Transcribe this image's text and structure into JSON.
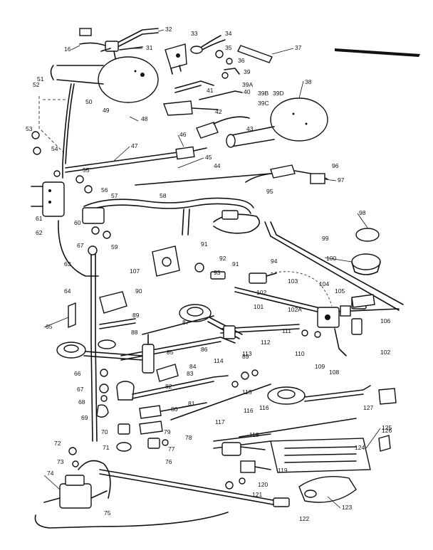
{
  "diagram": {
    "labels": [
      {
        "id": "l1",
        "text": "32"
      },
      {
        "id": "l2",
        "text": "16"
      },
      {
        "id": "l3",
        "text": "31"
      },
      {
        "id": "l4",
        "text": "33"
      },
      {
        "id": "l5",
        "text": "34"
      },
      {
        "id": "l6",
        "text": "35"
      },
      {
        "id": "l7",
        "text": "36"
      },
      {
        "id": "l8",
        "text": "37"
      },
      {
        "id": "l9",
        "text": "39"
      },
      {
        "id": "l10",
        "text": "39A"
      },
      {
        "id": "l11",
        "text": "39B"
      },
      {
        "id": "l12",
        "text": "39D"
      },
      {
        "id": "l13",
        "text": "39C"
      },
      {
        "id": "l14",
        "text": "38"
      },
      {
        "id": "l15",
        "text": "40"
      },
      {
        "id": "l16",
        "text": "41"
      },
      {
        "id": "l17",
        "text": "42"
      },
      {
        "id": "l18",
        "text": "43"
      },
      {
        "id": "l19",
        "text": "45"
      },
      {
        "id": "l20",
        "text": "46"
      },
      {
        "id": "l21",
        "text": "47"
      },
      {
        "id": "l22",
        "text": "48"
      },
      {
        "id": "l23",
        "text": "49"
      },
      {
        "id": "l24",
        "text": "50"
      },
      {
        "id": "l25",
        "text": "51"
      },
      {
        "id": "l26",
        "text": "52"
      },
      {
        "id": "l27",
        "text": "53"
      },
      {
        "id": "l28",
        "text": "54"
      },
      {
        "id": "l29",
        "text": "55"
      },
      {
        "id": "l30",
        "text": "56"
      },
      {
        "id": "l31",
        "text": "57"
      },
      {
        "id": "l32",
        "text": "58"
      },
      {
        "id": "l33",
        "text": "59"
      },
      {
        "id": "l34",
        "text": "60"
      },
      {
        "id": "l35",
        "text": "61"
      },
      {
        "id": "l36",
        "text": "62"
      },
      {
        "id": "l37",
        "text": "63"
      },
      {
        "id": "l38",
        "text": "64"
      },
      {
        "id": "l39",
        "text": "65"
      },
      {
        "id": "l40",
        "text": "66"
      },
      {
        "id": "l41",
        "text": "67"
      },
      {
        "id": "l42",
        "text": "67"
      },
      {
        "id": "l43",
        "text": "68"
      },
      {
        "id": "l44",
        "text": "69"
      },
      {
        "id": "l45",
        "text": "70"
      },
      {
        "id": "l46",
        "text": "71"
      },
      {
        "id": "l47",
        "text": "72"
      },
      {
        "id": "l48",
        "text": "73"
      },
      {
        "id": "l49",
        "text": "74"
      },
      {
        "id": "l50",
        "text": "75"
      },
      {
        "id": "l51",
        "text": "76"
      },
      {
        "id": "l52",
        "text": "77"
      },
      {
        "id": "l53",
        "text": "78"
      },
      {
        "id": "l54",
        "text": "79"
      },
      {
        "id": "l55",
        "text": "80"
      },
      {
        "id": "l56",
        "text": "81"
      },
      {
        "id": "l57",
        "text": "82"
      },
      {
        "id": "l58",
        "text": "83"
      },
      {
        "id": "l59",
        "text": "84"
      },
      {
        "id": "l60",
        "text": "85"
      },
      {
        "id": "l61",
        "text": "86"
      },
      {
        "id": "l62",
        "text": "87"
      },
      {
        "id": "l63",
        "text": "88"
      },
      {
        "id": "l64",
        "text": "89"
      },
      {
        "id": "l65",
        "text": "89"
      },
      {
        "id": "l66",
        "text": "90"
      },
      {
        "id": "l67",
        "text": "91"
      },
      {
        "id": "l68",
        "text": "91"
      },
      {
        "id": "l69",
        "text": "92"
      },
      {
        "id": "l70",
        "text": "94"
      },
      {
        "id": "l71",
        "text": "95"
      },
      {
        "id": "l72",
        "text": "96"
      },
      {
        "id": "l73",
        "text": "97"
      },
      {
        "id": "l74",
        "text": "98"
      },
      {
        "id": "l75",
        "text": "99"
      },
      {
        "id": "l76",
        "text": "100"
      },
      {
        "id": "l77",
        "text": "101"
      },
      {
        "id": "l78",
        "text": "102"
      },
      {
        "id": "l79",
        "text": "102"
      },
      {
        "id": "l80",
        "text": "102A"
      },
      {
        "id": "l81",
        "text": "103"
      },
      {
        "id": "l82",
        "text": "104"
      },
      {
        "id": "l83",
        "text": "105"
      },
      {
        "id": "l84",
        "text": "106"
      },
      {
        "id": "l85",
        "text": "107"
      },
      {
        "id": "l86",
        "text": "108"
      },
      {
        "id": "l87",
        "text": "109"
      },
      {
        "id": "l88",
        "text": "110"
      },
      {
        "id": "l89",
        "text": "111"
      },
      {
        "id": "l90",
        "text": "112"
      },
      {
        "id": "l91",
        "text": "113"
      },
      {
        "id": "l92",
        "text": "114"
      },
      {
        "id": "l93",
        "text": "115"
      },
      {
        "id": "l94",
        "text": "116"
      },
      {
        "id": "l95",
        "text": "116"
      },
      {
        "id": "l96",
        "text": "117"
      },
      {
        "id": "l97",
        "text": "118"
      },
      {
        "id": "l98",
        "text": "119"
      },
      {
        "id": "l99",
        "text": "120"
      },
      {
        "id": "l100",
        "text": "121"
      },
      {
        "id": "l101",
        "text": "122"
      },
      {
        "id": "l102",
        "text": "123"
      },
      {
        "id": "l103",
        "text": "124"
      },
      {
        "id": "l104",
        "text": "125"
      },
      {
        "id": "l105",
        "text": "126"
      },
      {
        "id": "l106",
        "text": "127"
      },
      {
        "id": "l107",
        "text": "44"
      },
      {
        "id": "l108",
        "text": "93"
      }
    ]
  }
}
